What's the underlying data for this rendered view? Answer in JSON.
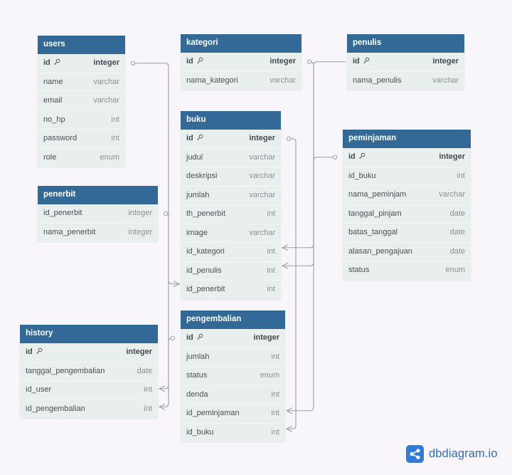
{
  "tables": [
    {
      "name": "users",
      "fields": [
        {
          "name": "id",
          "type": "integer",
          "pk": true
        },
        {
          "name": "name",
          "type": "varchar"
        },
        {
          "name": "email",
          "type": "varchar"
        },
        {
          "name": "no_hp",
          "type": "int"
        },
        {
          "name": "password",
          "type": "int"
        },
        {
          "name": "role",
          "type": "enum"
        }
      ]
    },
    {
      "name": "kategori",
      "fields": [
        {
          "name": "id",
          "type": "integer",
          "pk": true
        },
        {
          "name": "nama_kategori",
          "type": "varchar"
        }
      ]
    },
    {
      "name": "penulis",
      "fields": [
        {
          "name": "id",
          "type": "integer",
          "pk": true
        },
        {
          "name": "nama_penulis",
          "type": "varchar"
        }
      ]
    },
    {
      "name": "buku",
      "fields": [
        {
          "name": "id",
          "type": "integer",
          "pk": true
        },
        {
          "name": "judul",
          "type": "varchar"
        },
        {
          "name": "deskripsi",
          "type": "varchar"
        },
        {
          "name": "jumlah",
          "type": "varchar"
        },
        {
          "name": "th_penerbit",
          "type": "int"
        },
        {
          "name": "image",
          "type": "varchar"
        },
        {
          "name": "id_kategori",
          "type": "int"
        },
        {
          "name": "id_penulis",
          "type": "int"
        },
        {
          "name": "id_penerbit",
          "type": "int"
        }
      ]
    },
    {
      "name": "peminjaman",
      "fields": [
        {
          "name": "id",
          "type": "integer",
          "pk": true
        },
        {
          "name": "id_buku",
          "type": "int"
        },
        {
          "name": "nama_peminjam",
          "type": "varchar"
        },
        {
          "name": "tanggal_pinjam",
          "type": "date"
        },
        {
          "name": "batas_tanggal",
          "type": "date"
        },
        {
          "name": "alasan_pengajuan",
          "type": "date"
        },
        {
          "name": "status",
          "type": "enum"
        }
      ]
    },
    {
      "name": "penerbit",
      "fields": [
        {
          "name": "id_penerbit",
          "type": "integer"
        },
        {
          "name": "nama_penerbit",
          "type": "integer"
        }
      ]
    },
    {
      "name": "history",
      "fields": [
        {
          "name": "id",
          "type": "integer",
          "pk": true
        },
        {
          "name": "tanggal_pengembalian",
          "type": "date"
        },
        {
          "name": "id_user",
          "type": "int"
        },
        {
          "name": "id_pengembalian",
          "type": "int"
        }
      ]
    },
    {
      "name": "pengembalian",
      "fields": [
        {
          "name": "id",
          "type": "integer",
          "pk": true
        },
        {
          "name": "jumlah",
          "type": "int"
        },
        {
          "name": "status",
          "type": "enum"
        },
        {
          "name": "denda",
          "type": "int"
        },
        {
          "name": "id_peminjaman",
          "type": "int"
        },
        {
          "name": "id_buku",
          "type": "int"
        }
      ]
    }
  ],
  "brand": {
    "name": "dbdiagram.io",
    "icon": "share-nodes-icon",
    "color": "#2f7bd6"
  },
  "colors": {
    "header": "#336996",
    "body": "#e9efec",
    "line": "#9aa0a6"
  }
}
